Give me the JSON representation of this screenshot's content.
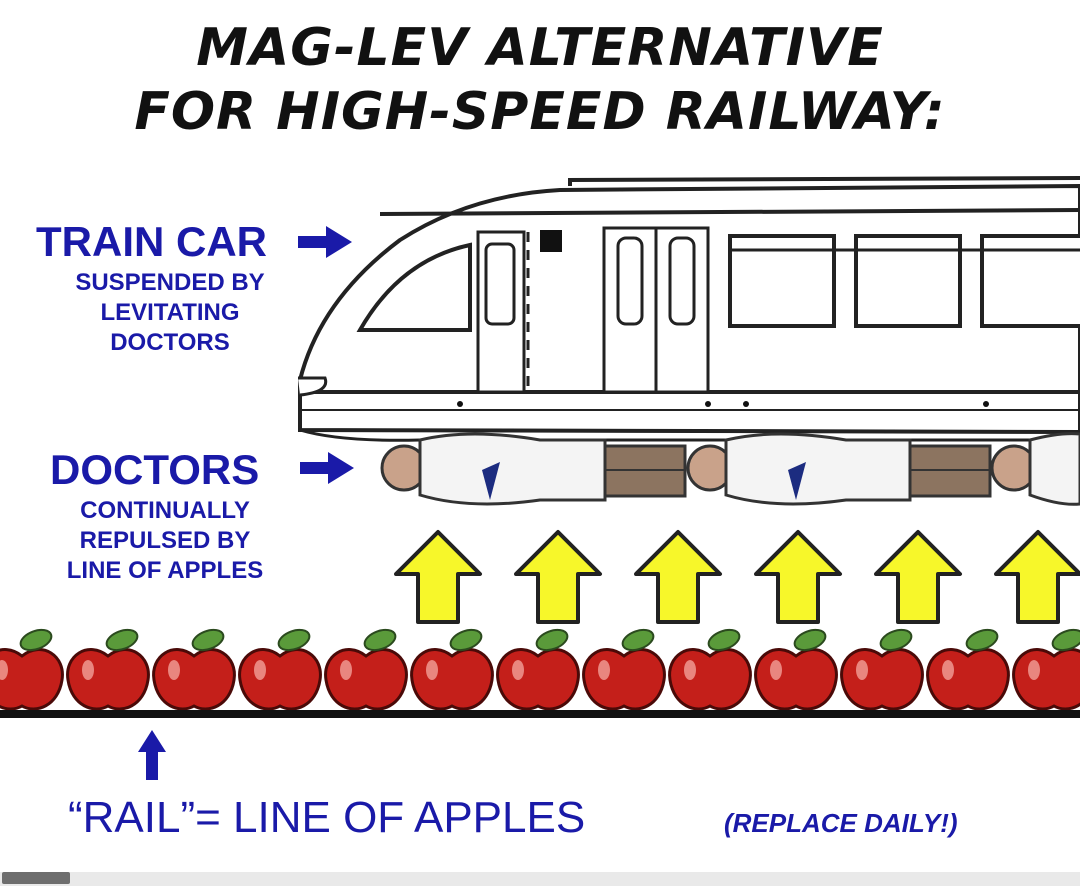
{
  "title": {
    "line1": "MAG-LEV ALTERNATIVE",
    "line2": "FOR HIGH-SPEED RAILWAY:"
  },
  "labels": {
    "train_car": "TRAIN CAR",
    "train_car_desc": [
      "SUSPENDED BY",
      "LEVITATING",
      "DOCTORS"
    ],
    "doctors": "DOCTORS",
    "doctors_desc": [
      "CONTINUALLY",
      "REPULSED BY",
      "LINE OF APPLES"
    ],
    "rail": "“RAIL”= LINE OF APPLES",
    "rail_note": "(REPLACE DAILY!)"
  },
  "colors": {
    "label_blue": "#1a1aa8",
    "arrow_yellow": "#f7f72a",
    "apple_red": "#c41f1a",
    "leaf_green": "#5a9a3a"
  }
}
